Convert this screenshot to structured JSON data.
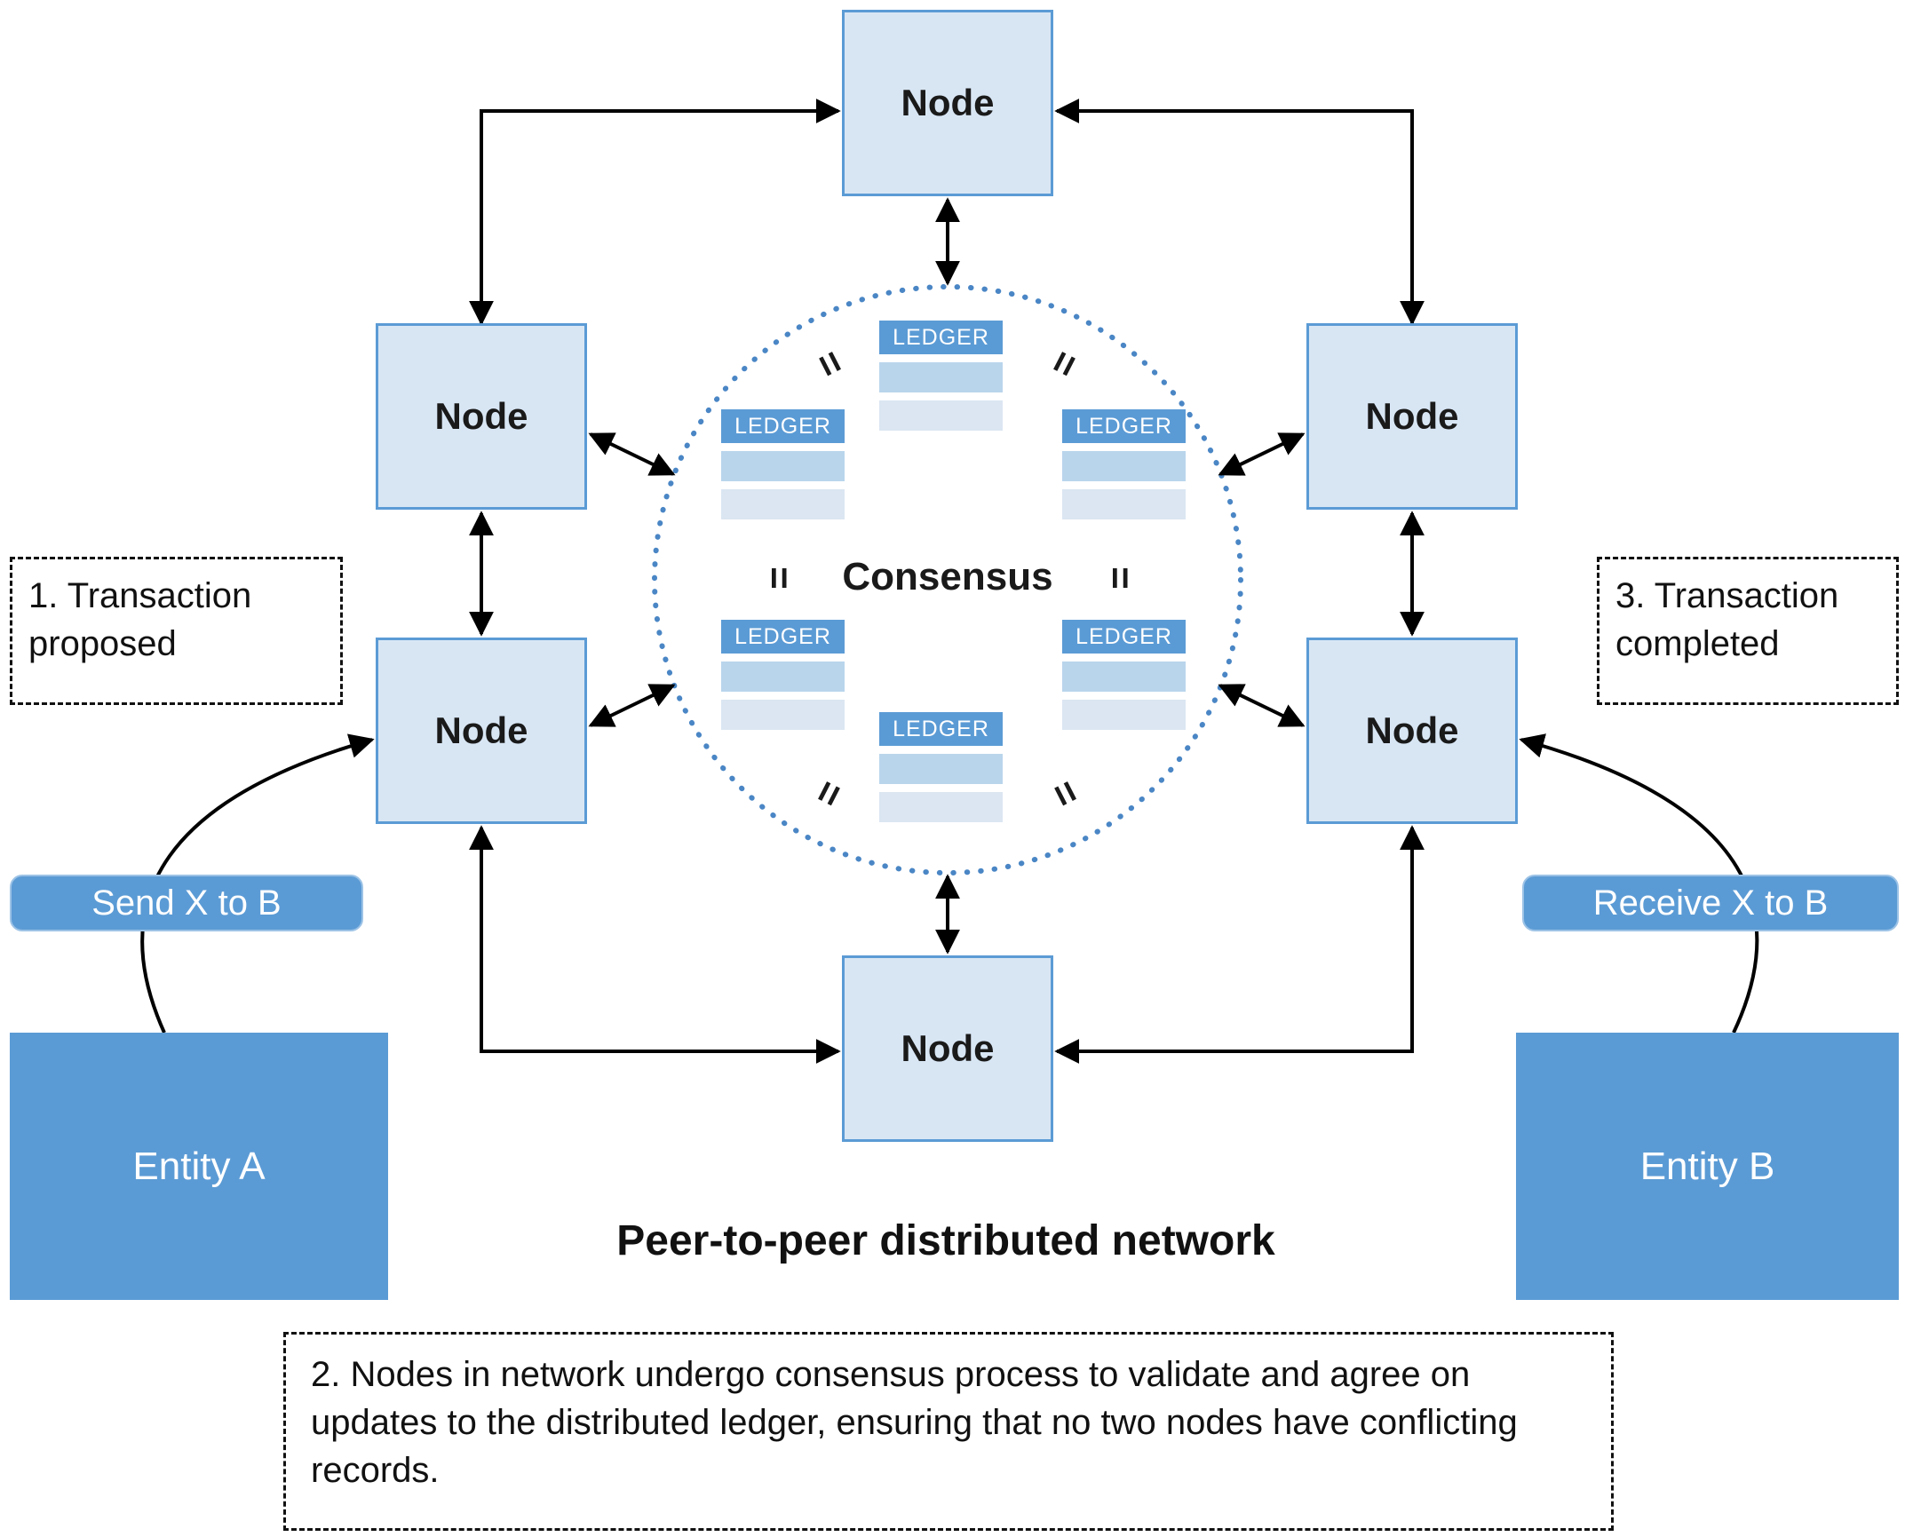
{
  "title": "Peer-to-peer distributed network",
  "nodes": {
    "label": "Node"
  },
  "consensus": {
    "label": "Consensus",
    "ledger_label": "LEDGER",
    "equals_mark": "="
  },
  "entities": {
    "entity_a": "Entity A",
    "entity_b": "Entity B"
  },
  "actions": {
    "send": "Send X to B",
    "receive": "Receive X to B"
  },
  "annotations": {
    "step1": "1. Transaction proposed",
    "step2": "2. Nodes in network undergo consensus process to validate and agree on updates to the distributed ledger, ensuring that no two nodes have conflicting records.",
    "step3": "3. Transaction completed"
  },
  "colors": {
    "node_fill": "#d8e6f4",
    "node_border": "#5b9bd5",
    "entity_fill": "#5b9bd5",
    "entity_text": "#ffffff",
    "pill_fill": "#5b9bd5",
    "ledger_header": "#5b9bd5",
    "ledger_row_medium": "#b9d5ec",
    "ledger_row_light": "#dbe6f2",
    "circle_dots": "#4a86c5",
    "arrow": "#000000"
  }
}
